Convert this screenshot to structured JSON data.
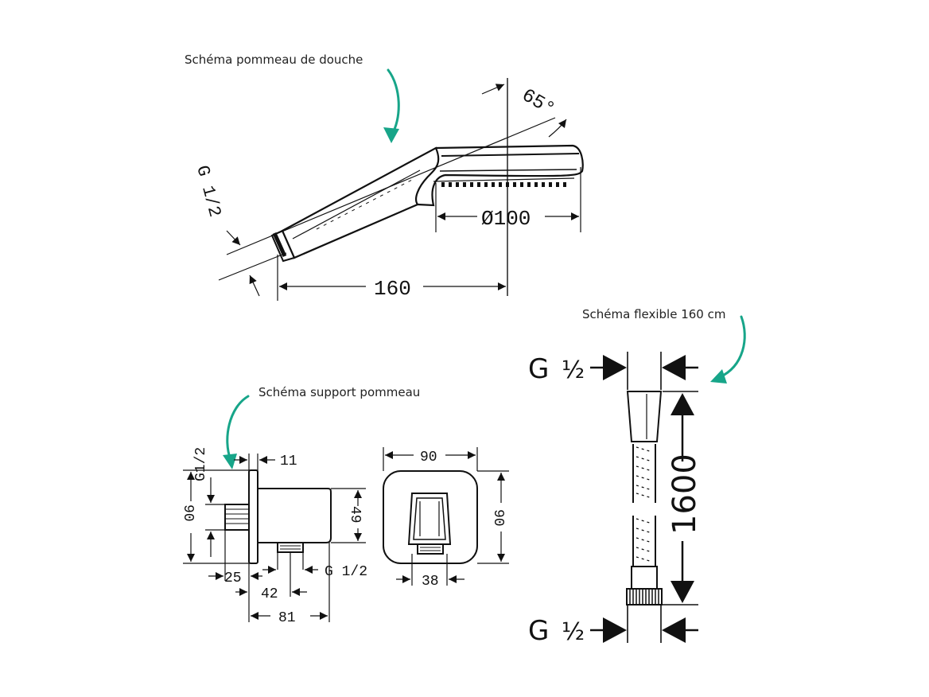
{
  "captions": {
    "shower_head": "Schéma pommeau de douche",
    "hose": "Schéma flexible 160 cm",
    "holder": "Schéma support pommeau"
  },
  "shower_head": {
    "thread": "G 1/2",
    "angle": "65°",
    "diameter": "Ø100",
    "length": "160"
  },
  "holder": {
    "side": {
      "thread_top": "G1/2",
      "dim_11": "11",
      "dim_90": "90",
      "dim_49": "49",
      "dim_25": "25",
      "dim_42": "42",
      "thread_bottom": "G 1/2",
      "dim_81": "81"
    },
    "front": {
      "width": "90",
      "height": "90",
      "dim_38": "38"
    }
  },
  "hose": {
    "thread_top_g": "G",
    "thread_top_frac": "½",
    "length": "1600",
    "thread_bottom_g": "G",
    "thread_bottom_frac": "½"
  },
  "colors": {
    "line": "#111111",
    "accent": "#17a589"
  }
}
